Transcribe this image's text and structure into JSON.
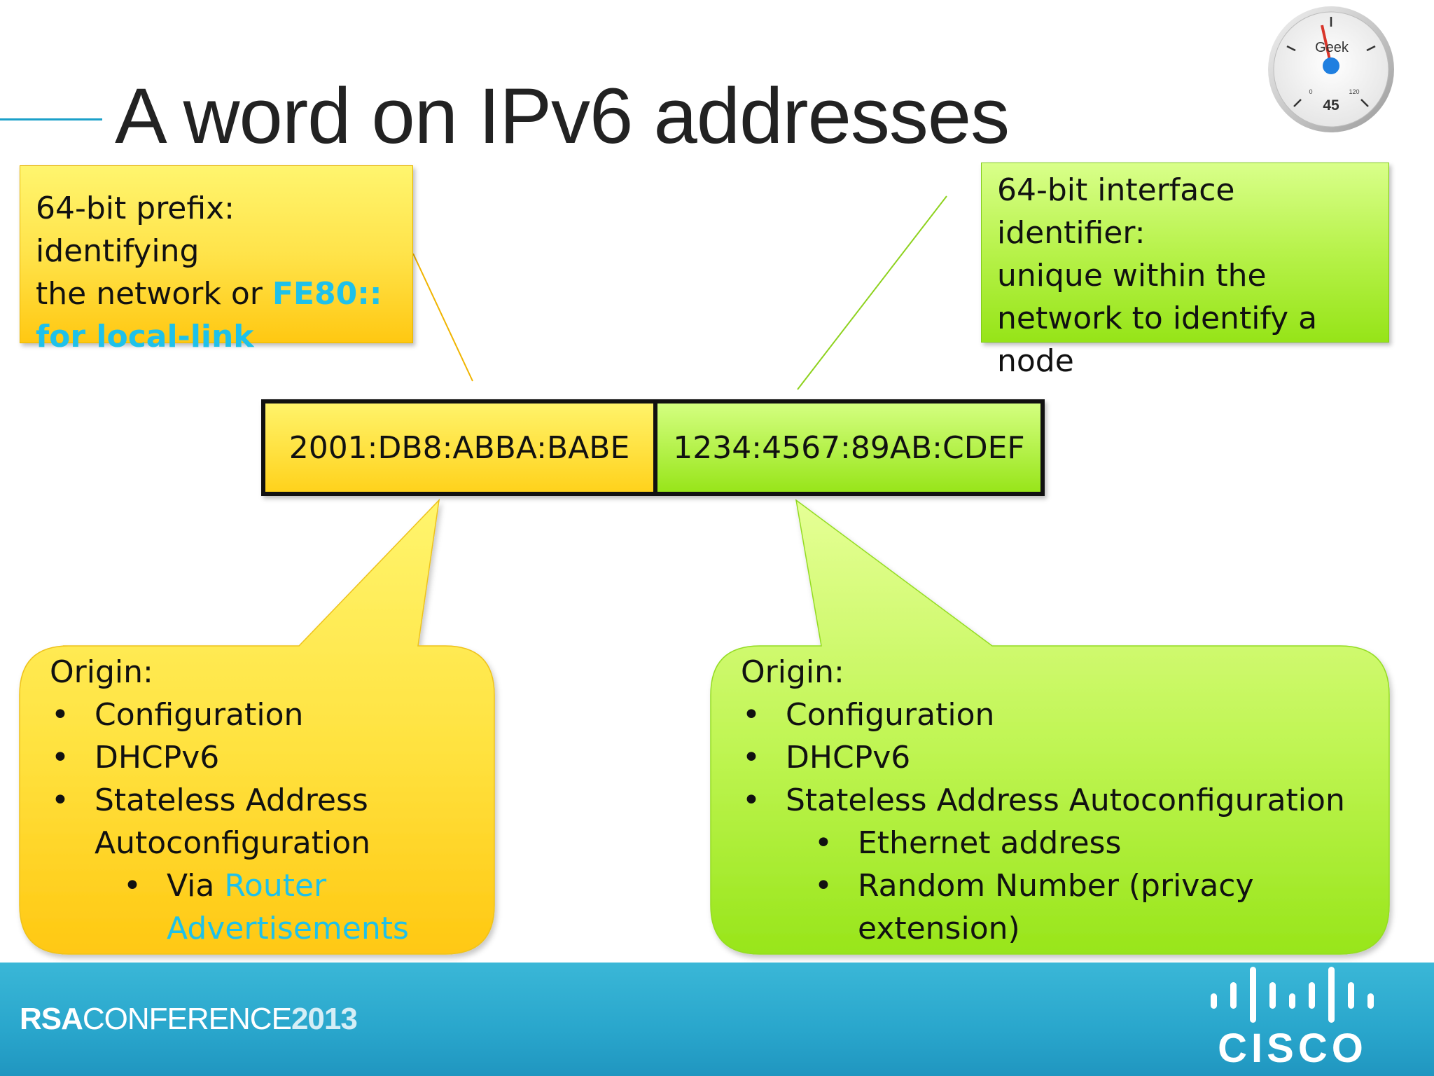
{
  "slide": {
    "title": "A word on IPv6 addresses"
  },
  "gauge": {
    "label": "Geek",
    "value": "45",
    "scale_min": "0",
    "scale_max": "120"
  },
  "prefix_callout": {
    "line1": "64-bit prefix: identifying",
    "line2": "the network or ",
    "highlight1": "FE80::",
    "highlight2": "for local-link"
  },
  "iid_callout": {
    "lines": [
      "64-bit interface identifier:",
      "unique within the",
      "network to identify a",
      "node"
    ]
  },
  "address": {
    "prefix": "2001:DB8:ABBA:BABE",
    "interface_id": "1234:4567:89AB:CDEF"
  },
  "prefix_origin": {
    "heading": "Origin:",
    "bullet": "•",
    "items": [
      "Configuration",
      "DHCPv6",
      "Stateless Address",
      "Autoconfiguration"
    ],
    "sub_prefix": "Via ",
    "sub_link1": "Router",
    "sub_link2": "Advertisements"
  },
  "iid_origin": {
    "heading": "Origin:",
    "bullet": "•",
    "items": [
      "Configuration",
      "DHCPv6",
      "Stateless Address Autoconfiguration"
    ],
    "sub_items": [
      "Ethernet address",
      "Random Number (privacy",
      "extension)"
    ]
  },
  "footer": {
    "rsa": "RSA",
    "conference": "CONFERENCE",
    "year": "2013",
    "cisco": "CISCO"
  },
  "colors": {
    "accent": "#1aa0c9",
    "yellow": "#ffd21c",
    "green": "#98e51a",
    "link": "#1ec1ea",
    "footer": "#29a6cc"
  }
}
